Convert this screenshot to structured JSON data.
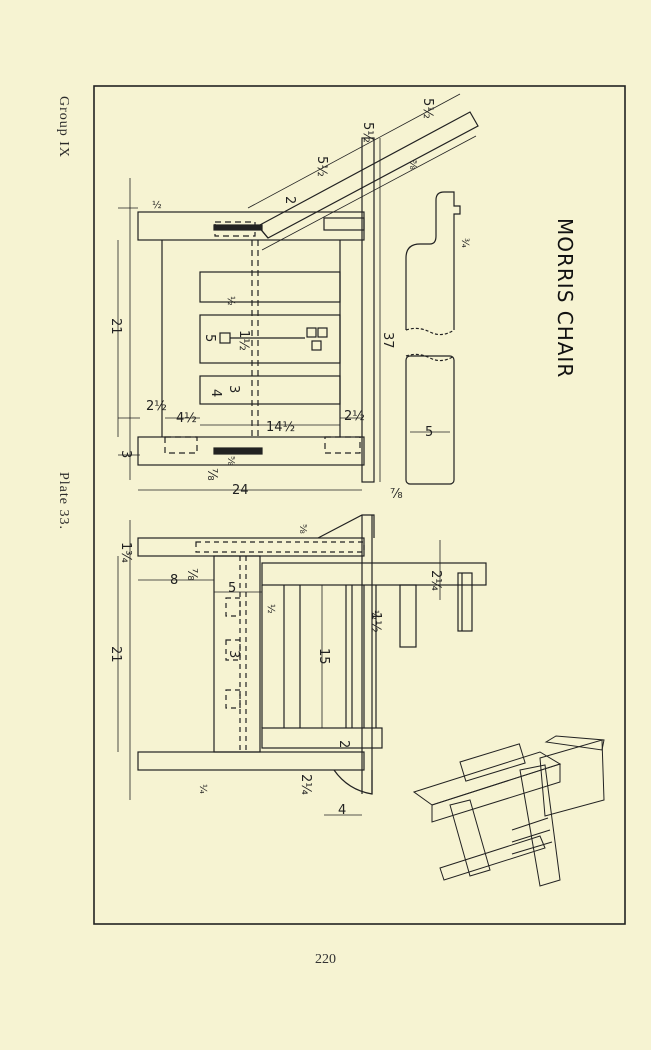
{
  "page": {
    "group_label": "Group IX",
    "plate_label": "Plate 33.",
    "page_number": "220"
  },
  "drawing": {
    "title": "MORRIS CHAIR",
    "dims": {
      "d37": "37",
      "d24": "24",
      "d21a": "21",
      "d21b": "21",
      "d15": "15",
      "d14h": "14½",
      "d4h": "4½",
      "d2h_a": "2½",
      "d2h_b": "2½",
      "d8": "8",
      "d5a": "5",
      "d5b": "5",
      "d5c": "5",
      "d4a": "4",
      "d4b": "4",
      "d3a": "3",
      "d3b": "3",
      "d3c": "3",
      "d2a": "2",
      "d2b": "2",
      "d24q": "2¼",
      "d24q2": "2¼",
      "d7_8a": "⅞",
      "d7_8b": "⅞",
      "d7_8c": "⅞",
      "d13_4": "1¾",
      "d1_2a": "½",
      "d1_2b": "½",
      "d1_2c": "½",
      "d1_2d": "½",
      "d1_4": "¼",
      "d3_4": "¾",
      "d5_8a": "⅝",
      "d5_8b": "⅝",
      "d52a": "5½",
      "d52b": "5½",
      "d52c": "5½",
      "d12a": "1½",
      "d12b": "1½",
      "d5_8c": "⅝"
    }
  }
}
